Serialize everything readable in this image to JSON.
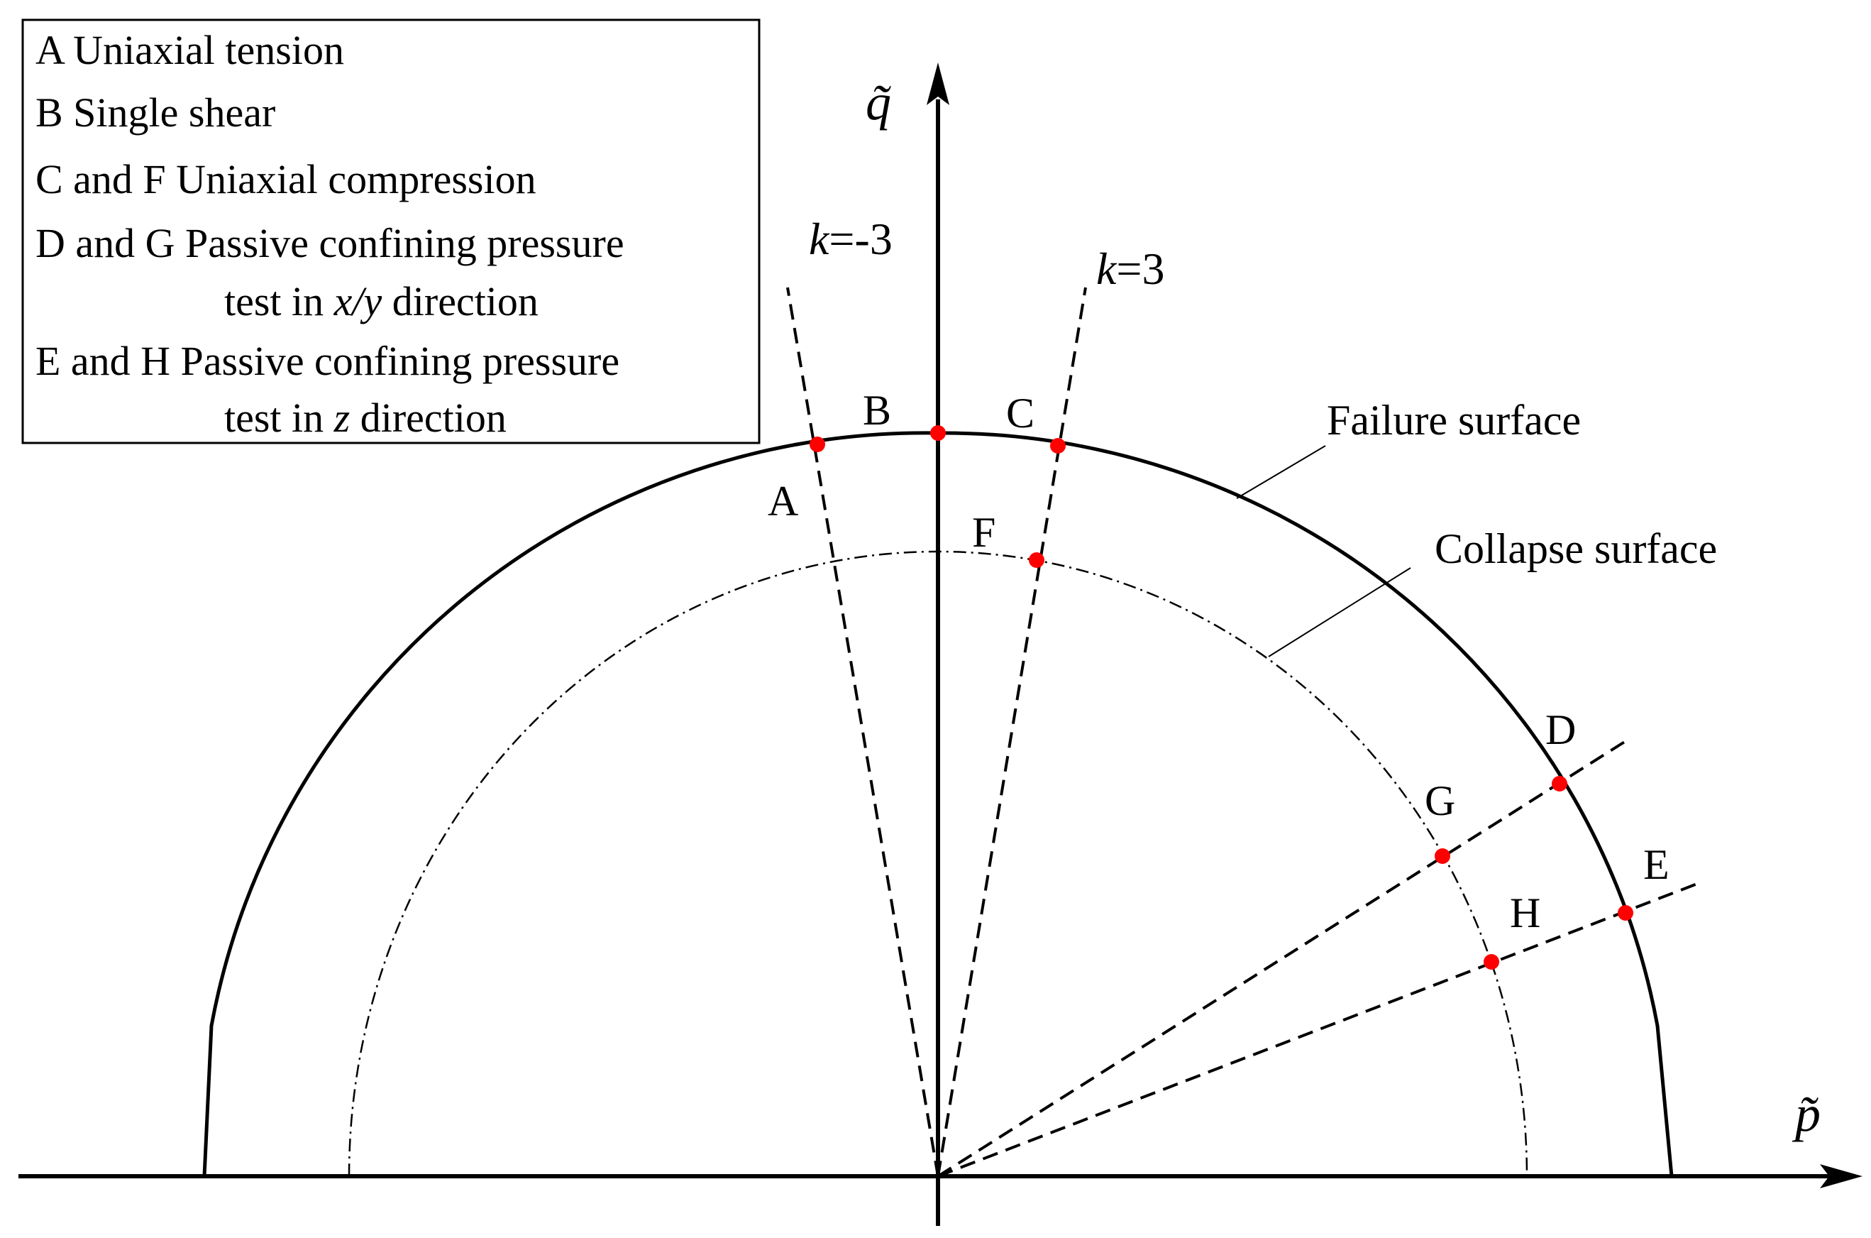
{
  "legend": {
    "entries": [
      {
        "line1": "A  Uniaxial tension"
      },
      {
        "line1": "B  Single shear"
      },
      {
        "line1": "C and F  Uniaxial compression"
      },
      {
        "line1": "D and G  Passive confining pressure",
        "line2_prefix": "test in ",
        "line2_var": "x/y",
        "line2_suffix": " direction"
      },
      {
        "line1": "E and H  Passive confining pressure",
        "line2_prefix": "test in ",
        "line2_var": "z",
        "line2_suffix": " direction"
      }
    ]
  },
  "axes": {
    "vertical_label": "q̃",
    "horizontal_label": "p̃"
  },
  "lines": {
    "k_neg": {
      "var": "k",
      "value": "=-3"
    },
    "k_pos": {
      "var": "k",
      "value": "=3"
    }
  },
  "surfaces": {
    "failure_label": "Failure surface",
    "collapse_label": "Collapse surface"
  },
  "points": {
    "A": "A",
    "B": "B",
    "C": "C",
    "D": "D",
    "E": "E",
    "F": "F",
    "G": "G",
    "H": "H"
  },
  "colors": {
    "point": "#ff0000",
    "line": "#000000"
  }
}
